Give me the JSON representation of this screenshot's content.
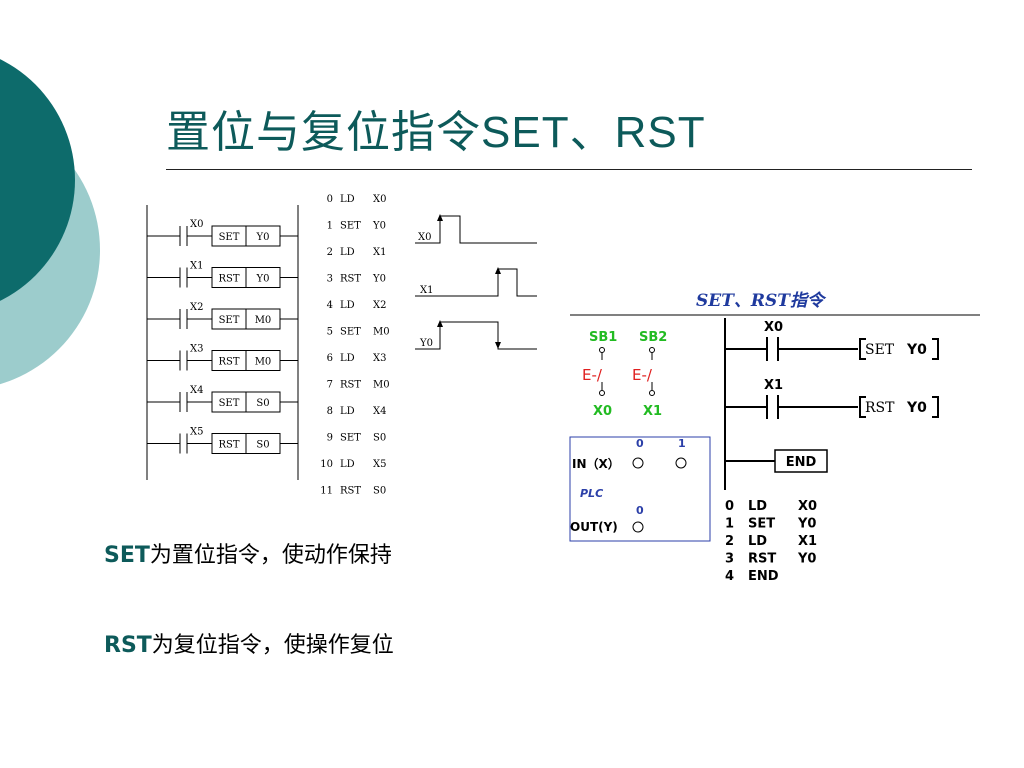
{
  "slide": {
    "title": "置位与复位指令SET、RST",
    "colors": {
      "title": "#0d5a5a",
      "circle_dark": "#0d6b6b",
      "circle_light": "#9ccccc",
      "set_rst_heading": "#1f3a9e",
      "sb_green": "#22bb22",
      "contact_red": "#e02020"
    }
  },
  "ladder_left": {
    "rungs": [
      {
        "contact": "X0",
        "instr": "SET",
        "operand": "Y0"
      },
      {
        "contact": "X1",
        "instr": "RST",
        "operand": "Y0"
      },
      {
        "contact": "X2",
        "instr": "SET",
        "operand": "M0"
      },
      {
        "contact": "X3",
        "instr": "RST",
        "operand": "M0"
      },
      {
        "contact": "X4",
        "instr": "SET",
        "operand": "S0"
      },
      {
        "contact": "X5",
        "instr": "RST",
        "operand": "S0"
      }
    ],
    "program": [
      [
        "0",
        "LD",
        "X0"
      ],
      [
        "1",
        "SET",
        "Y0"
      ],
      [
        "2",
        "LD",
        "X1"
      ],
      [
        "3",
        "RST",
        "Y0"
      ],
      [
        "4",
        "LD",
        "X2"
      ],
      [
        "5",
        "SET",
        "M0"
      ],
      [
        "6",
        "LD",
        "X3"
      ],
      [
        "7",
        "RST",
        "M0"
      ],
      [
        "8",
        "LD",
        "X4"
      ],
      [
        "9",
        "SET",
        "S0"
      ],
      [
        "10",
        "LD",
        "X5"
      ],
      [
        "11",
        "RST",
        "S0"
      ]
    ],
    "timing": [
      "X0",
      "X1",
      "Y0"
    ]
  },
  "right_diagram": {
    "heading": "SET、RST指令",
    "switches": [
      "SB1",
      "SB2"
    ],
    "switch_symbol": "E-/",
    "inputs": [
      "X0",
      "X1"
    ],
    "plc_box": {
      "in_label": "IN（X）",
      "in_numbers": [
        "0",
        "1"
      ],
      "plc_label": "PLC",
      "out_label": "OUT(Y)",
      "out_numbers": [
        "0"
      ]
    },
    "rungs": [
      {
        "contact": "X0",
        "instr": "SET",
        "operand": "Y0"
      },
      {
        "contact": "X1",
        "instr": "RST",
        "operand": "Y0"
      }
    ],
    "end_label": "END",
    "program": [
      [
        "0",
        "LD",
        "X0"
      ],
      [
        "1",
        "SET",
        "Y0"
      ],
      [
        "2",
        "LD",
        "X1"
      ],
      [
        "3",
        "RST",
        "Y0"
      ],
      [
        "4",
        "END",
        ""
      ]
    ]
  },
  "descriptions": [
    {
      "key": "SET",
      "text": "为置位指令，使动作保持"
    },
    {
      "key": "RST",
      "text": "为复位指令，使操作复位"
    }
  ]
}
